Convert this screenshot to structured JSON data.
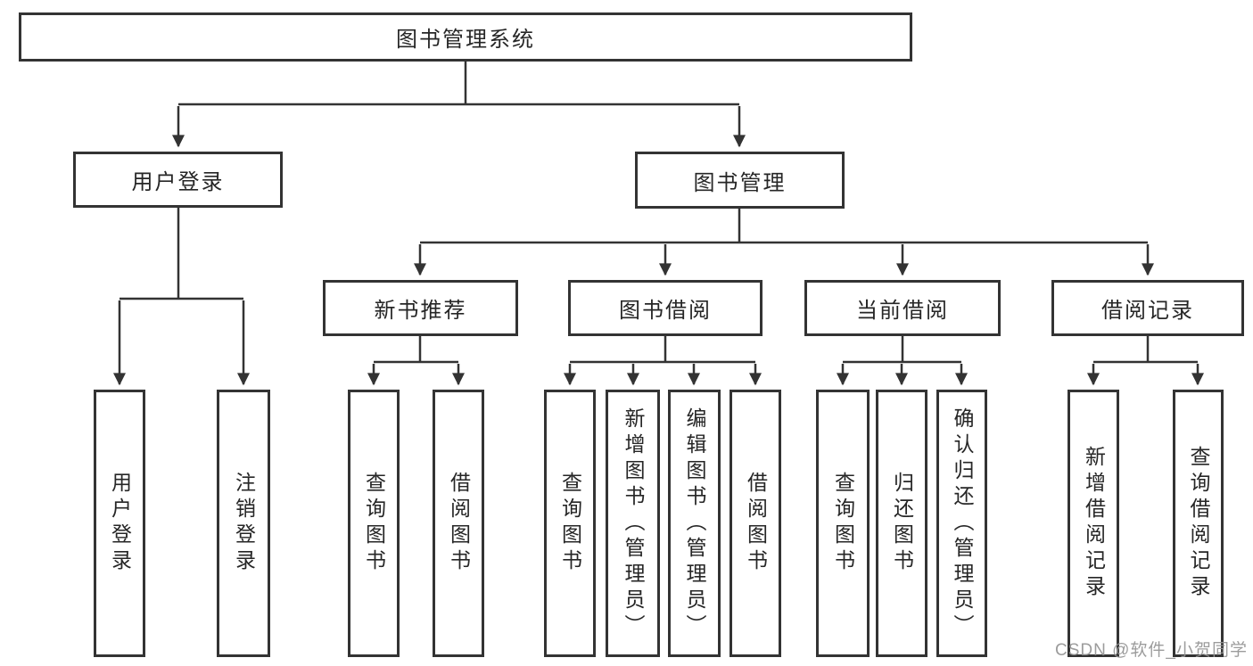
{
  "colors": {
    "line": "#333333",
    "text": "#262626",
    "background": "#ffffff",
    "watermark": "#949494"
  },
  "root": {
    "label": "图书管理系统"
  },
  "level1": {
    "user_login": "用户登录",
    "book_mgmt": "图书管理"
  },
  "level2": {
    "new_book_rec": "新书推荐",
    "book_borrow": "图书借阅",
    "current_borrow": "当前借阅",
    "borrow_records": "借阅记录"
  },
  "leaves": {
    "user_login": "用户登录",
    "logout": "注销登录",
    "rec_query_book": "查询图书",
    "rec_borrow_book": "借阅图书",
    "bb_query_book": "查询图书",
    "bb_add_book": "新增图书（管理员）",
    "bb_edit_book": "编辑图书（管理员）",
    "bb_borrow_book": "借阅图书",
    "cb_query_book": "查询图书",
    "cb_return_book": "归还图书",
    "cb_confirm_return": "确认归还（管理员）",
    "br_add_record": "新增借阅记录",
    "br_query_record": "查询借阅记录"
  },
  "watermark": "CSDN @软件_小贺同学"
}
